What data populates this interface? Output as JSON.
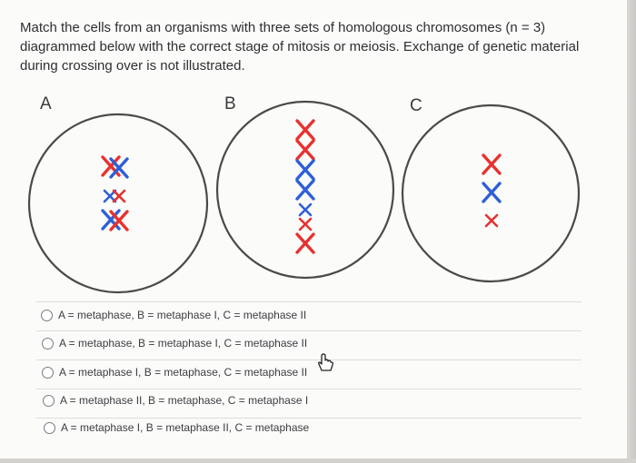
{
  "question": {
    "text": "Match the cells from an organisms with three sets of homologous chromosomes (n = 3) diagrammed below with the correct stage of mitosis or meiosis. Exchange of genetic material during crossing over is not illustrated."
  },
  "cells": [
    {
      "label": "A"
    },
    {
      "label": "B"
    },
    {
      "label": "C"
    }
  ],
  "options": [
    {
      "label": "A = metaphase, B = metaphase I, C = metaphase II"
    },
    {
      "label": "A = metaphase, B = metaphase I, C = metaphase II"
    },
    {
      "label": "A = metaphase I, B = metaphase, C = metaphase II"
    },
    {
      "label": "A = metaphase II, B = metaphase, C = metaphase I"
    },
    {
      "label": "A = metaphase I, B = metaphase II, C = metaphase"
    }
  ],
  "colors": {
    "maternal_chromosome": "#e8312e",
    "paternal_chromosome": "#2d5fd8",
    "cell_outline": "#4a4a4a"
  },
  "icons": {
    "cursor": "hand-pointer-icon",
    "radio": "radio-circle-icon"
  }
}
